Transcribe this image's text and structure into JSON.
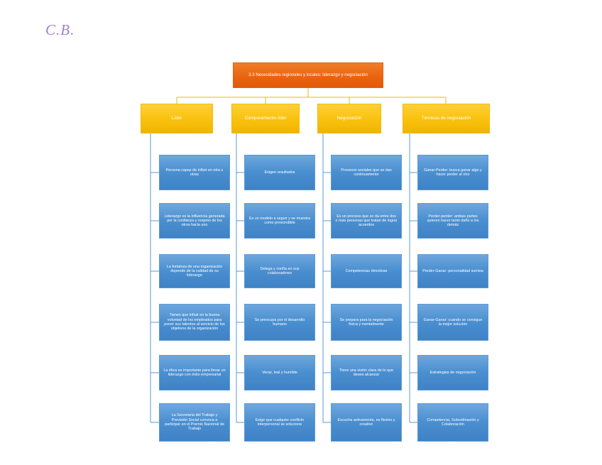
{
  "watermark": {
    "text": "C.B."
  },
  "diagram": {
    "type": "tree",
    "title": "3.3 Necesidades regionales y locales: liderazgo y negociación",
    "colors": {
      "root_fill": "#ea6410",
      "category_fill": "#fbc412",
      "leaf_fill": "#4a8fd0",
      "connector_orange": "#f2ba06",
      "connector_blue": "#5b9bd5",
      "text": "#ffffff",
      "watermark": "#8f6fc4"
    },
    "columns": [
      {
        "label": "Líder",
        "items": [
          "Persona capaz de influir en otra u otras",
          "Liderazgo es la influencia generada por la confianza y respeto de los otros hacia uno",
          "La fortaleza de una organización depende de la calidad de su liderazgo",
          "Tienen que influir en la buena voluntad de los empleados para poner sus talentos al servicio de los objetivos de la organización",
          "La ética es importante para llevar un liderazgo con éxito empresarial",
          "La Secretaría del Trabajo y Previsión Social convoca a participar en el Premio Nacional de Trabajo"
        ]
      },
      {
        "label": "Comporamiento líder",
        "items": [
          "Exigen resultados",
          "Es un modelo a seguir y se muestra como prescindible",
          "Delega y confía en sus colaboradores",
          "Se preocupa por el desarrollo humano",
          "Veraz, leal y humilde",
          "Exige que cualquier conflicto interpersonal se solucione"
        ]
      },
      {
        "label": "Negociación",
        "items": [
          "Procesos sociales que se dan continuamente",
          "Es un proceso que se da entre dos o más personas que tratan de lograr acuerdos",
          "Competencias directivas",
          "Se prepara para la negociación física y mentalmente",
          "Tiene una visión clara de lo que desea alcanzar",
          "Escucha activamente, es flexivo y creativo"
        ]
      },
      {
        "label": "Técnicas de negociación",
        "items": [
          "Ganar-Perder: busca ganar algo y hacer perder al otro",
          "Perder-perder: ambas partes quieren hacer tanto daño a los demás",
          "Perder-Ganar: personalidad sumisa",
          "Ganar-Ganar: cuando se consigue la mejor solución",
          "Estrategias de negociación",
          "Competencia, Subordinación y Colaboración"
        ]
      }
    ]
  }
}
